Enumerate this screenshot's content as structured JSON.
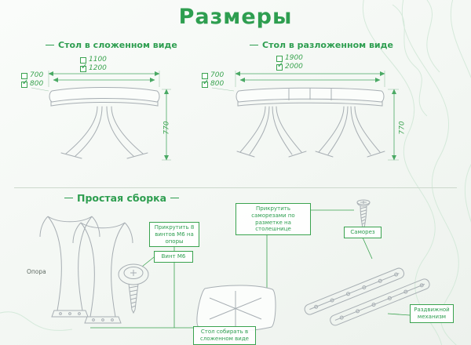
{
  "title": "Размеры",
  "accent_color": "#2e9e50",
  "icons": {
    "check": "✓"
  },
  "folded": {
    "heading": "Стол в сложенном виде",
    "width_option_1": "1100",
    "width_option_2": "1200",
    "depth_option_1": "700",
    "depth_option_2": "800",
    "height": "770"
  },
  "unfolded": {
    "heading": "Стол в разложенном виде",
    "width_option_1": "1900",
    "width_option_2": "2000",
    "depth_option_1": "700",
    "depth_option_2": "800",
    "height": "770"
  },
  "assembly": {
    "heading": "Простая сборка",
    "support_label": "Опора",
    "bolt_label": "Винт М6",
    "bolts_note": "Прикрутить 8 винтов М6 на опоры",
    "tabletop_note": "Прикрутить саморезами по разметке на столешнице",
    "screw_label": "Саморез",
    "mechanism_label": "Раздвижной механизм",
    "fold_note": "Стол собирать в сложенном виде"
  }
}
